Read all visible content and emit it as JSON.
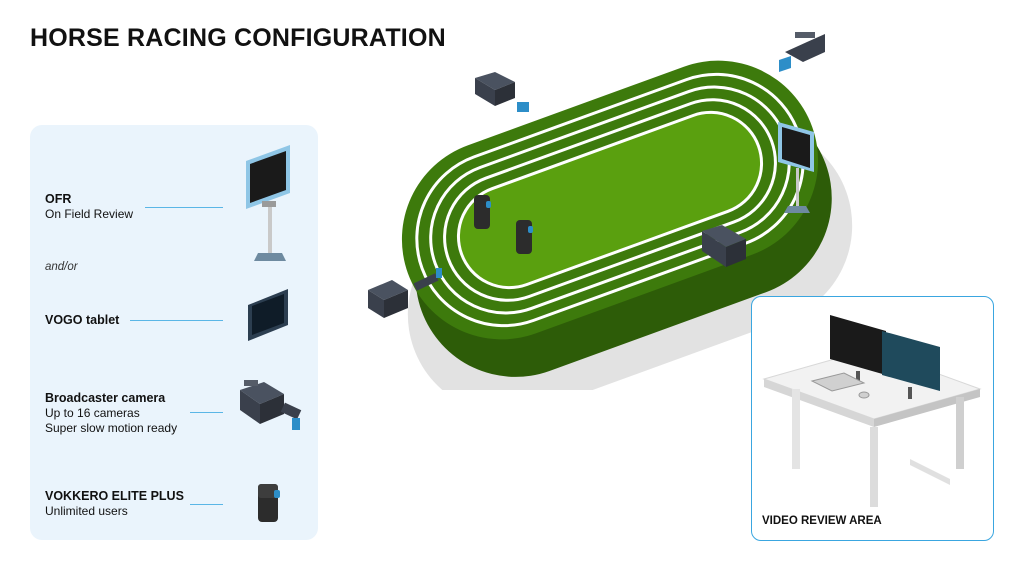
{
  "title": "HORSE RACING CONFIGURATION",
  "legend": {
    "ofr": {
      "name": "OFR",
      "desc": "On Field Review"
    },
    "andor": "and/or",
    "tablet": {
      "name": "VOGO tablet"
    },
    "camera": {
      "name": "Broadcaster camera",
      "line1": "Up to 16 cameras",
      "line2": "Super slow motion ready"
    },
    "vokkero": {
      "name": "VOKKERO ELITE PLUS",
      "desc": "Unlimited users"
    }
  },
  "review_area": {
    "label": "VIDEO REVIEW AREA"
  },
  "icons": [
    "monitor-stand-icon",
    "tablet-icon",
    "broadcast-camera-icon",
    "radio-device-icon",
    "desk-monitors-icon"
  ],
  "colors": {
    "track_outer": "#3d7a0c",
    "track_inner": "#5aa00f",
    "track_side": "#2d5c08",
    "legend_bg": "#eaf4fc",
    "accent": "#3aa6e0",
    "shadow": "#e2e2e2"
  }
}
